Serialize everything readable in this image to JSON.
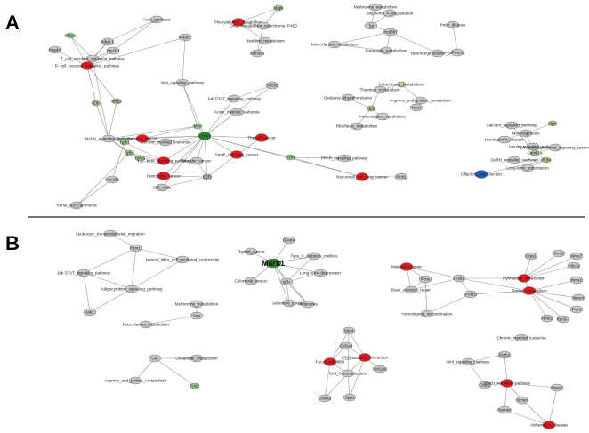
{
  "panels": [
    {
      "label": "A"
    },
    {
      "label": "B"
    }
  ],
  "colors": {
    "disease": "#e3191c",
    "pathway": "#c9c9c9",
    "gene": "#a6cf95",
    "hub": "#2a8a2a",
    "olfactory": "#1f5cc8",
    "edge": "#9a9a9a",
    "stroke": "#6e6e6e",
    "divider": "#222222"
  },
  "nodes": [
    {
      "id": "a1",
      "label": "Axon_guidance",
      "type": "pathway"
    },
    {
      "id": "a2",
      "label": "Phenylalanine_metabolism",
      "type": "disease"
    },
    {
      "id": "a3",
      "label": "Drug_metabolism_cytochrome_P450",
      "type": "pathway"
    },
    {
      "id": "a4",
      "label": "Histidine_metabolism",
      "type": "pathway"
    },
    {
      "id": "a5",
      "label": "Mapk",
      "type": "gene"
    },
    {
      "id": "a6",
      "label": "Aldh3a1",
      "type": "pathway"
    },
    {
      "id": "a7",
      "label": "Nfkbia",
      "type": "gene"
    },
    {
      "id": "a8",
      "label": "Mapk8",
      "type": "pathway"
    },
    {
      "id": "a9",
      "label": "Nfatc1",
      "type": "pathway"
    },
    {
      "id": "a10",
      "label": "Ppp3r1",
      "type": "pathway"
    },
    {
      "id": "a11",
      "label": "Pik3r2",
      "type": "pathway"
    },
    {
      "id": "a12",
      "label": "T_cell_receptor_signaling_pathway",
      "type": "pathway"
    },
    {
      "id": "a13",
      "label": "B_cell_receptor_signaling_pathway",
      "type": "disease"
    },
    {
      "id": "a14",
      "label": "Wnt_signaling_pathway",
      "type": "pathway"
    },
    {
      "id": "a15",
      "label": "Nfkb2",
      "type": "gene"
    },
    {
      "id": "a16",
      "label": "Erk",
      "type": "gene"
    },
    {
      "id": "a17",
      "label": "Jak-STAT_signaling_pathway",
      "type": "pathway"
    },
    {
      "id": "a18",
      "label": "Acute_myeloid_leukemia",
      "type": "pathway"
    },
    {
      "id": "a19",
      "label": "Socs5",
      "type": "pathway"
    },
    {
      "id": "a20",
      "label": "MAPK_signaling_pathway",
      "type": "pathway"
    },
    {
      "id": "a21",
      "label": "Chronic_myeloid_leukemia",
      "type": "pathway"
    },
    {
      "id": "a22",
      "label": "Prostate_cancer",
      "type": "disease"
    },
    {
      "id": "a23",
      "label": "Myc",
      "type": "gene"
    },
    {
      "id": "a24",
      "label": "Ccnd1",
      "type": "hub"
    },
    {
      "id": "a25",
      "label": "Thyroid_cancer",
      "type": "disease"
    },
    {
      "id": "a26",
      "label": "Tgfb1",
      "type": "gene"
    },
    {
      "id": "a27",
      "label": "TGF-beta_signaling_pathway",
      "type": "disease"
    },
    {
      "id": "a28",
      "label": "Tgfb2",
      "type": "gene"
    },
    {
      "id": "a29",
      "label": "Tgfb3",
      "type": "gene"
    },
    {
      "id": "a30",
      "label": "Cdc25c",
      "type": "pathway"
    },
    {
      "id": "a31",
      "label": "Pancreatic_cancer",
      "type": "disease"
    },
    {
      "id": "a32",
      "label": "Cell_cycle",
      "type": "pathway"
    },
    {
      "id": "a33",
      "label": "Bladder_cancer",
      "type": "pathway"
    },
    {
      "id": "a34",
      "label": "Small_cell_lung_cancer",
      "type": "disease"
    },
    {
      "id": "a35",
      "label": "E2f1",
      "type": "gene"
    },
    {
      "id": "a36",
      "label": "Renal_cell_carcinoma",
      "type": "pathway"
    },
    {
      "id": "a37",
      "label": "Rxra",
      "type": "gene"
    },
    {
      "id": "a38",
      "label": "PPAR_signaling_pathway",
      "type": "pathway"
    },
    {
      "id": "a39",
      "label": "Non-small_cell_lung_cancer",
      "type": "disease"
    },
    {
      "id": "a40",
      "label": "Plcb1",
      "type": "pathway"
    },
    {
      "id": "a41",
      "label": "Methionine_metabolism",
      "type": "pathway"
    },
    {
      "id": "a42",
      "label": "Bisphenol_A_degradation",
      "type": "pathway"
    },
    {
      "id": "a43",
      "label": "Tat",
      "type": "pathway"
    },
    {
      "id": "a44",
      "label": "Hsd3b7",
      "type": "pathway"
    },
    {
      "id": "a45",
      "label": "Prion_disease",
      "type": "pathway"
    },
    {
      "id": "a46",
      "label": "beta-Alanine_metabolism",
      "type": "pathway"
    },
    {
      "id": "a47",
      "label": "Butanoate_metabolism",
      "type": "pathway"
    },
    {
      "id": "a48",
      "label": "Neurodegenerative_Diseases",
      "type": "pathway"
    },
    {
      "id": "a49",
      "label": "Prnp1",
      "type": "pathway"
    },
    {
      "id": "a50",
      "label": "Cytochrome_Metabolism",
      "type": "gene"
    },
    {
      "id": "a51",
      "label": "Thiamine_metabolism",
      "type": "pathway"
    },
    {
      "id": "a52",
      "label": "Oxidative_phosphorylation",
      "type": "pathway"
    },
    {
      "id": "a53",
      "label": "Arginine_and_proline_metabolism",
      "type": "pathway"
    },
    {
      "id": "a54",
      "label": "Atp5j",
      "type": "gene"
    },
    {
      "id": "a55",
      "label": "Nos1",
      "type": "pathway"
    },
    {
      "id": "a56",
      "label": "Aminosugars_metabolism",
      "type": "pathway"
    },
    {
      "id": "a57",
      "label": "Riboflavin_metabolism",
      "type": "pathway"
    },
    {
      "id": "a58",
      "label": "Hprt",
      "type": "gene"
    },
    {
      "id": "a59",
      "label": "Calcium_signaling_pathway",
      "type": "pathway"
    },
    {
      "id": "a60",
      "label": "Melanogenesis",
      "type": "pathway"
    },
    {
      "id": "a61",
      "label": "Huntington's_disease",
      "type": "pathway"
    },
    {
      "id": "a62",
      "label": "Insulin_signaling_pathway",
      "type": "pathway"
    },
    {
      "id": "a63",
      "label": "Camk2a",
      "type": "gene"
    },
    {
      "id": "a64",
      "label": "Phosphatidylinositol_signaling_system",
      "type": "pathway"
    },
    {
      "id": "a65",
      "label": "Plcb4",
      "type": "gene"
    },
    {
      "id": "a66",
      "label": "GnRH_signaling_pathway",
      "type": "pathway"
    },
    {
      "id": "a67",
      "label": "Long-term_potentiation",
      "type": "pathway"
    },
    {
      "id": "a68",
      "label": "Olfactory_transduction",
      "type": "olfactory"
    },
    {
      "id": "b1",
      "label": "Leukocyte_transendothelial_migration",
      "type": "pathway"
    },
    {
      "id": "b2",
      "label": "Ptpn11",
      "type": "pathway"
    },
    {
      "id": "b3",
      "label": "Natural_killer_cell_mediated_cytotoxicity",
      "type": "pathway"
    },
    {
      "id": "b4",
      "label": "Jak-STAT_signaling_pathway",
      "type": "pathway"
    },
    {
      "id": "b5",
      "label": "Adipocytokine_signaling_pathway",
      "type": "pathway"
    },
    {
      "id": "b6",
      "label": "Jak2",
      "type": "pathway"
    },
    {
      "id": "b7",
      "label": "Methionine_metabolism",
      "type": "pathway"
    },
    {
      "id": "b8",
      "label": "Srm",
      "type": "pathway"
    },
    {
      "id": "b9",
      "label": "beta-Alanine_metabolism",
      "type": "pathway"
    },
    {
      "id": "b10",
      "label": "Glioma",
      "type": "pathway"
    },
    {
      "id": "b11",
      "label": "Thyroid_cancer",
      "type": "pathway"
    },
    {
      "id": "b12",
      "label": "Type_II_diabetes_mellitus",
      "type": "pathway"
    },
    {
      "id": "b13",
      "label": "Mark1",
      "type": "hub"
    },
    {
      "id": "b14",
      "label": "Colorectal_cancer",
      "type": "pathway"
    },
    {
      "id": "b15",
      "label": "Long-term_depression",
      "type": "pathway"
    },
    {
      "id": "b16",
      "label": "Igf1r",
      "type": "pathway"
    },
    {
      "id": "b17",
      "label": "Adherens_junction",
      "type": "pathway"
    },
    {
      "id": "b18",
      "label": "Melanoma",
      "type": "pathway"
    },
    {
      "id": "b19",
      "label": "Mismatch_repair",
      "type": "disease"
    },
    {
      "id": "b20",
      "label": "Pold1",
      "type": "pathway"
    },
    {
      "id": "b21",
      "label": "Pcna",
      "type": "pathway"
    },
    {
      "id": "b22",
      "label": "Base_excision_repair",
      "type": "pathway"
    },
    {
      "id": "b23",
      "label": "Pold2",
      "type": "pathway"
    },
    {
      "id": "b24",
      "label": "Homologous_recombination",
      "type": "pathway"
    },
    {
      "id": "b25",
      "label": "Ctps1",
      "type": "pathway"
    },
    {
      "id": "b26",
      "label": "Rrm2",
      "type": "pathway"
    },
    {
      "id": "b27",
      "label": "Nme7",
      "type": "pathway"
    },
    {
      "id": "b28",
      "label": "Pyrimidine_metabolism",
      "type": "disease"
    },
    {
      "id": "b29",
      "label": "Pde11",
      "type": "pathway"
    },
    {
      "id": "b30",
      "label": "Purine_metabolism",
      "type": "disease"
    },
    {
      "id": "b31",
      "label": "Nme1",
      "type": "pathway"
    },
    {
      "id": "b32",
      "label": "Nme4",
      "type": "pathway"
    },
    {
      "id": "b33",
      "label": "Polr1",
      "type": "pathway"
    },
    {
      "id": "b34",
      "label": "Nme2",
      "type": "pathway"
    },
    {
      "id": "b35",
      "label": "Rpn3-2",
      "type": "pathway"
    },
    {
      "id": "b36",
      "label": "Chronic_myeloid_leukemia",
      "type": "pathway"
    },
    {
      "id": "b37",
      "label": "Glutamate_metabolism",
      "type": "pathway"
    },
    {
      "id": "b38",
      "label": "Got",
      "type": "pathway"
    },
    {
      "id": "b39",
      "label": "Arginine_and_proline_metabolism",
      "type": "pathway"
    },
    {
      "id": "b40",
      "label": "Got2",
      "type": "gene"
    },
    {
      "id": "b41",
      "label": "Sdc4",
      "type": "pathway"
    },
    {
      "id": "b42",
      "label": "Col1a1",
      "type": "pathway"
    },
    {
      "id": "b43",
      "label": "ECM-receptor_interaction",
      "type": "disease"
    },
    {
      "id": "b44",
      "label": "Focal_adhesion",
      "type": "disease"
    },
    {
      "id": "b45",
      "label": "Col11a1",
      "type": "pathway"
    },
    {
      "id": "b46",
      "label": "Cell_Communication",
      "type": "pathway"
    },
    {
      "id": "b47",
      "label": "Col6a1",
      "type": "pathway"
    },
    {
      "id": "b48",
      "label": "Spp1",
      "type": "pathway"
    },
    {
      "id": "b49",
      "label": "Wnt_signaling_pathway",
      "type": "pathway"
    },
    {
      "id": "b50",
      "label": "Ctnb1",
      "type": "pathway"
    },
    {
      "id": "b51",
      "label": "Ctbp2",
      "type": "pathway"
    },
    {
      "id": "b52",
      "label": "Notch_signaling_pathway",
      "type": "disease"
    },
    {
      "id": "b53",
      "label": "Psen2",
      "type": "pathway"
    },
    {
      "id": "b54",
      "label": "Ncstn",
      "type": "pathway"
    },
    {
      "id": "b55",
      "label": "Psenen",
      "type": "pathway"
    },
    {
      "id": "b56",
      "label": "Alzheimer's_disease",
      "type": "disease"
    }
  ],
  "edges": [
    [
      "a7",
      "a12"
    ],
    [
      "a7",
      "a13"
    ],
    [
      "a8",
      "a13"
    ],
    [
      "a9",
      "a12"
    ],
    [
      "a9",
      "a13"
    ],
    [
      "a10",
      "a12"
    ],
    [
      "a10",
      "a13"
    ],
    [
      "a11",
      "a13"
    ],
    [
      "a11",
      "a14"
    ],
    [
      "a1",
      "a9"
    ],
    [
      "a1",
      "a10"
    ],
    [
      "a15",
      "a13"
    ],
    [
      "a15",
      "a20"
    ],
    [
      "a16",
      "a13"
    ],
    [
      "a16",
      "a20"
    ],
    [
      "a12",
      "a20"
    ],
    [
      "a14",
      "a23"
    ],
    [
      "a14",
      "a24"
    ],
    [
      "a17",
      "a19"
    ],
    [
      "a17",
      "a24"
    ],
    [
      "a18",
      "a24"
    ],
    [
      "a19",
      "a24"
    ],
    [
      "a20",
      "a21"
    ],
    [
      "a20",
      "a22"
    ],
    [
      "a20",
      "a26"
    ],
    [
      "a20",
      "a28"
    ],
    [
      "a20",
      "a29"
    ],
    [
      "a21",
      "a24"
    ],
    [
      "a22",
      "a24"
    ],
    [
      "a22",
      "a23"
    ],
    [
      "a23",
      "a24"
    ],
    [
      "a24",
      "a25"
    ],
    [
      "a24",
      "a27"
    ],
    [
      "a24",
      "a31"
    ],
    [
      "a24",
      "a32"
    ],
    [
      "a24",
      "a33"
    ],
    [
      "a24",
      "a34"
    ],
    [
      "a24",
      "a35"
    ],
    [
      "a24",
      "a39"
    ],
    [
      "a24",
      "a37"
    ],
    [
      "a26",
      "a27"
    ],
    [
      "a28",
      "a27"
    ],
    [
      "a29",
      "a27"
    ],
    [
      "a26",
      "a30"
    ],
    [
      "a30",
      "a36"
    ],
    [
      "a28",
      "a36"
    ],
    [
      "a31",
      "a35"
    ],
    [
      "a32",
      "a35"
    ],
    [
      "a33",
      "a35"
    ],
    [
      "a34",
      "a35"
    ],
    [
      "a25",
      "a34"
    ],
    [
      "a37",
      "a38"
    ],
    [
      "a37",
      "a39"
    ],
    [
      "a39",
      "a40"
    ],
    [
      "a2",
      "a3"
    ],
    [
      "a2",
      "a4"
    ],
    [
      "a2",
      "a5"
    ],
    [
      "a3",
      "a6"
    ],
    [
      "a4",
      "a6"
    ],
    [
      "a5",
      "a3"
    ],
    [
      "a20",
      "a24"
    ],
    [
      "a23",
      "a20"
    ],
    [
      "a41",
      "a43"
    ],
    [
      "a42",
      "a43"
    ],
    [
      "a43",
      "a44"
    ],
    [
      "a44",
      "a46"
    ],
    [
      "a44",
      "a47"
    ],
    [
      "a44",
      "a48"
    ],
    [
      "a45",
      "a49"
    ],
    [
      "a48",
      "a49"
    ],
    [
      "a46",
      "a47"
    ],
    [
      "a50",
      "a51"
    ],
    [
      "a50",
      "a53"
    ],
    [
      "a52",
      "a54"
    ],
    [
      "a51",
      "a54"
    ],
    [
      "a54",
      "a56"
    ],
    [
      "a53",
      "a55"
    ],
    [
      "a54",
      "a57"
    ],
    [
      "a58",
      "a59"
    ],
    [
      "a58",
      "a60"
    ],
    [
      "a59",
      "a63"
    ],
    [
      "a60",
      "a61"
    ],
    [
      "a60",
      "a63"
    ],
    [
      "a62",
      "a63"
    ],
    [
      "a62",
      "a64"
    ],
    [
      "a63",
      "a65"
    ],
    [
      "a65",
      "a66"
    ],
    [
      "a65",
      "a67"
    ],
    [
      "a65",
      "a68"
    ],
    [
      "a63",
      "a64"
    ],
    [
      "b1",
      "b2"
    ],
    [
      "b2",
      "b3"
    ],
    [
      "b2",
      "b4"
    ],
    [
      "b2",
      "b5"
    ],
    [
      "b3",
      "b5"
    ],
    [
      "b4",
      "b5"
    ],
    [
      "b5",
      "b6"
    ],
    [
      "b6",
      "b4"
    ],
    [
      "b7",
      "b8"
    ],
    [
      "b8",
      "b9"
    ],
    [
      "b13",
      "b10"
    ],
    [
      "b13",
      "b11"
    ],
    [
      "b13",
      "b12"
    ],
    [
      "b13",
      "b14"
    ],
    [
      "b13",
      "b15"
    ],
    [
      "b13",
      "b16"
    ],
    [
      "b13",
      "b17"
    ],
    [
      "b13",
      "b18"
    ],
    [
      "b16",
      "b15"
    ],
    [
      "b16",
      "b17"
    ],
    [
      "b16",
      "b18"
    ],
    [
      "b16",
      "b12"
    ],
    [
      "b19",
      "b20"
    ],
    [
      "b19",
      "b21"
    ],
    [
      "b19",
      "b22"
    ],
    [
      "b20",
      "b28"
    ],
    [
      "b20",
      "b30"
    ],
    [
      "b20",
      "b22"
    ],
    [
      "b20",
      "b23"
    ],
    [
      "b21",
      "b22"
    ],
    [
      "b23",
      "b24"
    ],
    [
      "b23",
      "b30"
    ],
    [
      "b21",
      "b24"
    ],
    [
      "b25",
      "b28"
    ],
    [
      "b26",
      "b28"
    ],
    [
      "b27",
      "b28"
    ],
    [
      "b28",
      "b29"
    ],
    [
      "b28",
      "b30"
    ],
    [
      "b30",
      "b31"
    ],
    [
      "b30",
      "b32"
    ],
    [
      "b30",
      "b33"
    ],
    [
      "b30",
      "b34"
    ],
    [
      "b30",
      "b35"
    ],
    [
      "b30",
      "b23"
    ],
    [
      "b37",
      "b38"
    ],
    [
      "b38",
      "b39"
    ],
    [
      "b38",
      "b40"
    ],
    [
      "b41",
      "b43"
    ],
    [
      "b41",
      "b44"
    ],
    [
      "b41",
      "b46"
    ],
    [
      "b42",
      "b43"
    ],
    [
      "b42",
      "b44"
    ],
    [
      "b43",
      "b45"
    ],
    [
      "b43",
      "b44"
    ],
    [
      "b44",
      "b46"
    ],
    [
      "b43",
      "b46"
    ],
    [
      "b46",
      "b47"
    ],
    [
      "b46",
      "b48"
    ],
    [
      "b44",
      "b47"
    ],
    [
      "b43",
      "b48"
    ],
    [
      "b49",
      "b50"
    ],
    [
      "b49",
      "b51"
    ],
    [
      "b50",
      "b52"
    ],
    [
      "b51",
      "b52"
    ],
    [
      "b52",
      "b53"
    ],
    [
      "b52",
      "b54"
    ],
    [
      "b52",
      "b55"
    ],
    [
      "b53",
      "b56"
    ],
    [
      "b54",
      "b56"
    ],
    [
      "b55",
      "b56"
    ]
  ]
}
